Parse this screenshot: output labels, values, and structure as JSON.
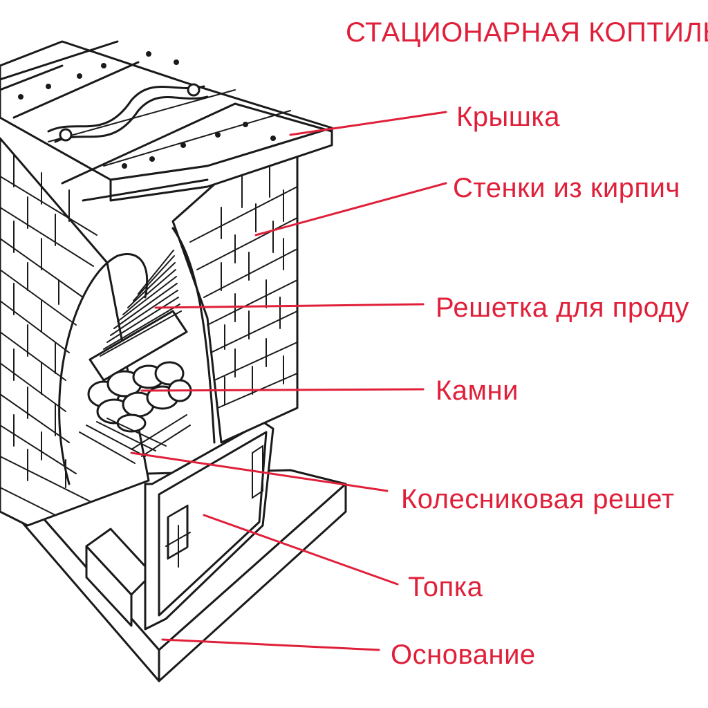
{
  "title": "СТАЦИОНАРНАЯ КОПТИЛЬ",
  "labels": {
    "lid": "Крышка",
    "walls": "Стенки из кирпич",
    "grate": "Решетка для проду",
    "stones": "Камни",
    "ash_grate": "Колесниковая решет",
    "firebox": "Топка",
    "base": "Основание"
  },
  "colors": {
    "label": "#e0203a",
    "line": "#1a1a1a"
  }
}
